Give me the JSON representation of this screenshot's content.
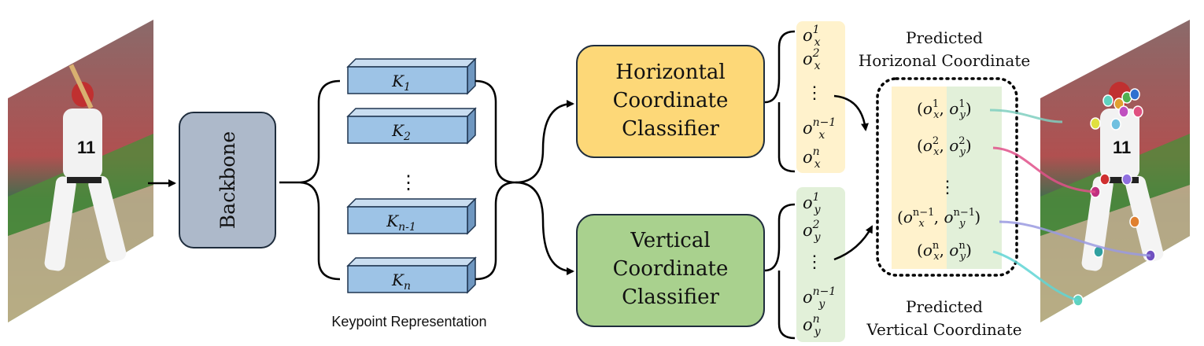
{
  "backbone": {
    "label": "Backbone"
  },
  "keypoints": {
    "items": [
      {
        "main": "K",
        "sub": "1"
      },
      {
        "main": "K",
        "sub": "2"
      },
      {
        "main": "K",
        "sub": "n-1"
      },
      {
        "main": "K",
        "sub": "n"
      }
    ],
    "ellipsis": "⋮",
    "caption": "Keypoint Representation"
  },
  "horizontal_classifier": {
    "lines": [
      "Horizontal",
      "Coordinate",
      "Classifier"
    ],
    "color": "#fdd878"
  },
  "vertical_classifier": {
    "lines": [
      "Vertical",
      "Coordinate",
      "Classifier"
    ],
    "color": "#a9d18e"
  },
  "ox_list": {
    "items": [
      {
        "base": "o",
        "sub": "x",
        "sup": "1"
      },
      {
        "base": "o",
        "sub": "x",
        "sup": "2"
      },
      {
        "base": "o",
        "sub": "x",
        "sup": "n−1"
      },
      {
        "base": "o",
        "sub": "x",
        "sup": "n"
      }
    ],
    "ellipsis": "⋮",
    "color": "#fff2cc"
  },
  "oy_list": {
    "items": [
      {
        "base": "o",
        "sub": "y",
        "sup": "1"
      },
      {
        "base": "o",
        "sub": "y",
        "sup": "2"
      },
      {
        "base": "o",
        "sub": "y",
        "sup": "n−1"
      },
      {
        "base": "o",
        "sub": "y",
        "sup": "n"
      }
    ],
    "ellipsis": "⋮",
    "color": "#e2f0d9"
  },
  "predicted": {
    "horizontal_title": [
      "Predicted",
      "Horizonal Coordinate"
    ],
    "vertical_title": [
      "Predicted",
      "Vertical Coordinate"
    ],
    "pairs": [
      "1",
      "2",
      "n−1",
      "n"
    ],
    "ellipsis": "⋮",
    "connector_colors": [
      "#7fcfc0",
      "#e0508a",
      "#9a9ae0",
      "#5fd5d5"
    ]
  },
  "keypoint_dot_colors": [
    "#5fd3c0",
    "#e0a030",
    "#50b050",
    "#3070d0",
    "#c050c0",
    "#e05080",
    "#e0e040",
    "#70c0e0",
    "#d03030",
    "#9070e0",
    "#c03080",
    "#e08030",
    "#30a0a0",
    "#7050c0"
  ]
}
